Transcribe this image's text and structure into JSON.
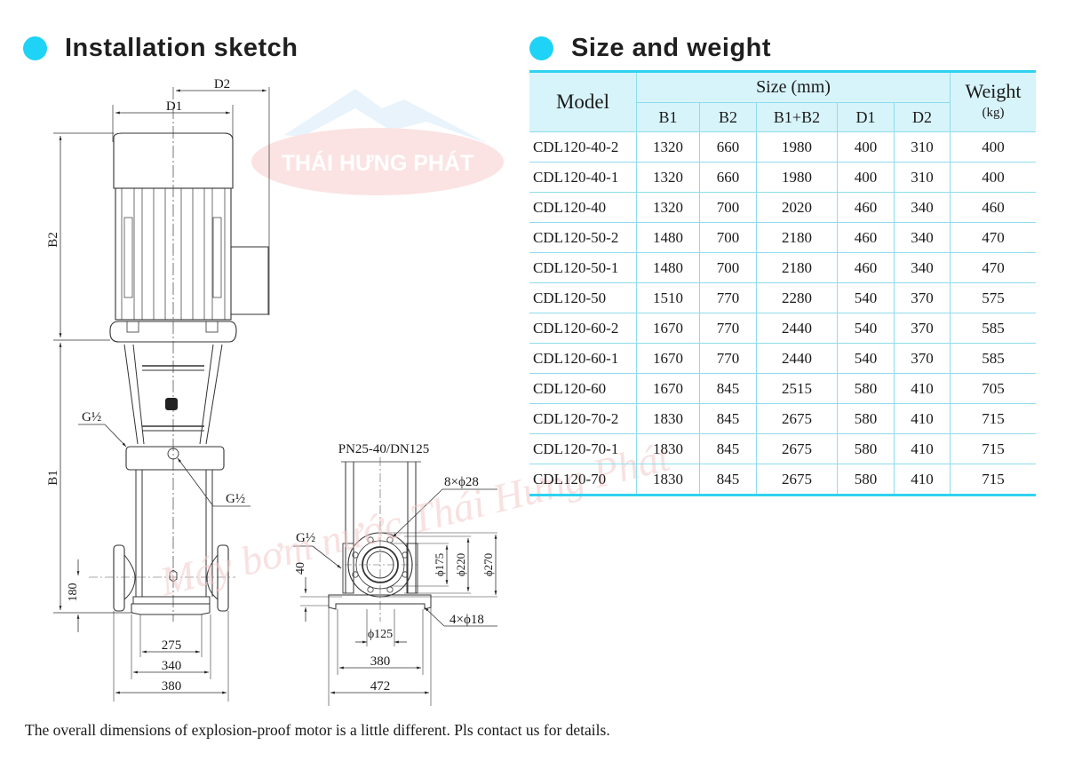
{
  "installation_sketch": {
    "title": "Installation sketch",
    "labels": {
      "d1": "D1",
      "d2": "D2",
      "b1": "B1",
      "b2": "B2",
      "g_half_top": "G½",
      "g_half_mid": "G½",
      "g_half_side": "G½",
      "flange_spec": "PN25-40/DN125",
      "bolt_holes": "8×ϕ28",
      "foot_holes": "4×ϕ18",
      "phi175": "ϕ175",
      "phi220": "ϕ220",
      "phi270": "ϕ270",
      "phi125": "ϕ125",
      "dim_40": "40",
      "dim_180": "180",
      "dim_275": "275",
      "dim_340": "340",
      "dim_380_front": "380",
      "dim_380_side": "380",
      "dim_472": "472"
    }
  },
  "size_and_weight": {
    "title": "Size and weight",
    "headers": {
      "model": "Model",
      "size_group": "Size (mm)",
      "columns": [
        "B1",
        "B2",
        "B1+B2",
        "D1",
        "D2"
      ],
      "weight": "Weight",
      "weight_unit": "(kg)"
    },
    "rows": [
      {
        "model": "CDL120-40-2",
        "b1": "1320",
        "b2": "660",
        "b1b2": "1980",
        "d1": "400",
        "d2": "310",
        "weight": "400"
      },
      {
        "model": "CDL120-40-1",
        "b1": "1320",
        "b2": "660",
        "b1b2": "1980",
        "d1": "400",
        "d2": "310",
        "weight": "400"
      },
      {
        "model": "CDL120-40",
        "b1": "1320",
        "b2": "700",
        "b1b2": "2020",
        "d1": "460",
        "d2": "340",
        "weight": "460"
      },
      {
        "model": "CDL120-50-2",
        "b1": "1480",
        "b2": "700",
        "b1b2": "2180",
        "d1": "460",
        "d2": "340",
        "weight": "470"
      },
      {
        "model": "CDL120-50-1",
        "b1": "1480",
        "b2": "700",
        "b1b2": "2180",
        "d1": "460",
        "d2": "340",
        "weight": "470"
      },
      {
        "model": "CDL120-50",
        "b1": "1510",
        "b2": "770",
        "b1b2": "2280",
        "d1": "540",
        "d2": "370",
        "weight": "575"
      },
      {
        "model": "CDL120-60-2",
        "b1": "1670",
        "b2": "770",
        "b1b2": "2440",
        "d1": "540",
        "d2": "370",
        "weight": "585"
      },
      {
        "model": "CDL120-60-1",
        "b1": "1670",
        "b2": "770",
        "b1b2": "2440",
        "d1": "540",
        "d2": "370",
        "weight": "585"
      },
      {
        "model": "CDL120-60",
        "b1": "1670",
        "b2": "845",
        "b1b2": "2515",
        "d1": "580",
        "d2": "410",
        "weight": "705"
      },
      {
        "model": "CDL120-70-2",
        "b1": "1830",
        "b2": "845",
        "b1b2": "2675",
        "d1": "580",
        "d2": "410",
        "weight": "715"
      },
      {
        "model": "CDL120-70-1",
        "b1": "1830",
        "b2": "845",
        "b1b2": "2675",
        "d1": "580",
        "d2": "410",
        "weight": "715"
      },
      {
        "model": "CDL120-70",
        "b1": "1830",
        "b2": "845",
        "b1b2": "2675",
        "d1": "580",
        "d2": "410",
        "weight": "715"
      }
    ]
  },
  "footnote": "The overall dimensions of explosion-proof motor is a little different. Pls contact us for details.",
  "watermark": {
    "logo_text": "THÁI HƯNG PHÁT",
    "diagonal_text": "Máy bơm nước Thái Hưng Phát"
  },
  "colors": {
    "accent_cyan": "#1ed3f5",
    "table_header_bg": "#d7f4fb",
    "table_border": "#8fdcec",
    "watermark_red": "#f3c9c9"
  }
}
